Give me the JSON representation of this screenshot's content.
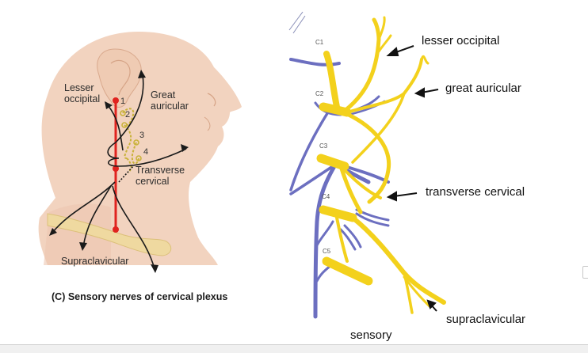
{
  "left_figure": {
    "caption": "(C) Sensory nerves of cervical plexus",
    "labels": {
      "lesser_occipital": [
        "Lesser",
        "occipital"
      ],
      "great_auricular": [
        "Great",
        "auricular"
      ],
      "transverse_cervical": [
        "Transverse",
        "cervical"
      ],
      "supraclavicular": "Supraclavicular"
    },
    "segment_numbers": [
      "1",
      "2",
      "3",
      "4"
    ],
    "colors": {
      "skin": "#f2d3bf",
      "clavicle": "#efd9a0",
      "reference_line": "#e0231f",
      "nerve_arrow": "#1a1a1a",
      "plexus_loops": "#c9b23a"
    }
  },
  "right_figure": {
    "title": "sensory",
    "root_labels": [
      "C1",
      "C2",
      "C3",
      "C4",
      "C5"
    ],
    "branch_labels": {
      "lesser_occipital": "lesser occipital",
      "great_auricular": "great auricular",
      "transverse_cervical": "transverse cervical",
      "supraclavicular": "supraclavicular"
    },
    "colors": {
      "sensory_nerve": "#f3d11c",
      "motor_nerve": "#6c6fc0",
      "arrow": "#111111"
    }
  }
}
